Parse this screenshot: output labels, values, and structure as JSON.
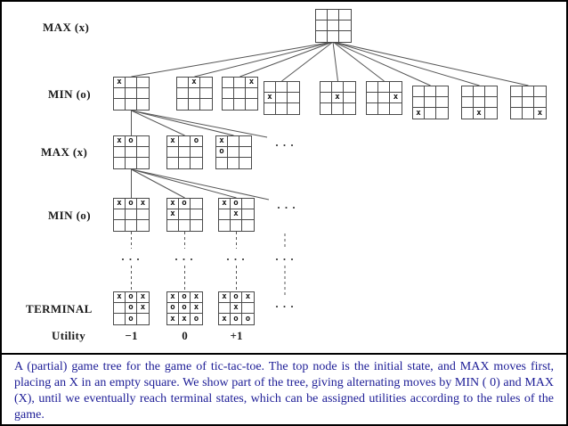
{
  "caption": "A (partial) game tree for the game of tic-tac-toe. The top node is the initial state, and MAX moves first, placing an X in an empty square. We show part of the tree, giving alternating moves by MIN ( 0) and MAX (X), until we eventually reach terminal states, which can be assigned utilities according to the rules of the game.",
  "labels": {
    "max1": "MAX (x)",
    "min1": "MIN (o)",
    "max2": "MAX (x)",
    "min2": "MIN (o)",
    "terminal": "TERMINAL",
    "utility": "Utility"
  },
  "ellipsis": ". . .",
  "utilities": [
    "−1",
    "0",
    "+1"
  ],
  "boards": {
    "root": [
      "",
      "",
      "",
      "",
      "",
      "",
      "",
      "",
      ""
    ],
    "ply1": [
      [
        "x",
        "",
        "",
        "",
        "",
        "",
        "",
        "",
        ""
      ],
      [
        "",
        "x",
        "",
        "",
        "",
        "",
        "",
        "",
        ""
      ],
      [
        "",
        "",
        "x",
        "",
        "",
        "",
        "",
        "",
        ""
      ],
      [
        "",
        "",
        "",
        "x",
        "",
        "",
        "",
        "",
        ""
      ],
      [
        "",
        "",
        "",
        "",
        "x",
        "",
        "",
        "",
        ""
      ],
      [
        "",
        "",
        "",
        "",
        "",
        "x",
        "",
        "",
        ""
      ],
      [
        "",
        "",
        "",
        "",
        "",
        "",
        "x",
        "",
        ""
      ],
      [
        "",
        "",
        "",
        "",
        "",
        "",
        "",
        "x",
        ""
      ],
      [
        "",
        "",
        "",
        "",
        "",
        "",
        "",
        "",
        "x"
      ]
    ],
    "ply2": [
      [
        "x",
        "o",
        "",
        "",
        "",
        "",
        "",
        "",
        ""
      ],
      [
        "x",
        "",
        "o",
        "",
        "",
        "",
        "",
        "",
        ""
      ],
      [
        "x",
        "",
        "",
        "o",
        "",
        "",
        "",
        "",
        ""
      ]
    ],
    "ply3": [
      [
        "x",
        "o",
        "x",
        "",
        "",
        "",
        "",
        "",
        ""
      ],
      [
        "x",
        "o",
        "",
        "x",
        "",
        "",
        "",
        "",
        ""
      ],
      [
        "x",
        "o",
        "",
        "",
        "x",
        "",
        "",
        "",
        ""
      ]
    ],
    "terminal": [
      [
        "x",
        "o",
        "x",
        "",
        "o",
        "x",
        "",
        "o",
        ""
      ],
      [
        "x",
        "o",
        "x",
        "o",
        "o",
        "x",
        "x",
        "x",
        "o"
      ],
      [
        "x",
        "o",
        "x",
        "",
        "x",
        "",
        "x",
        "o",
        "o"
      ]
    ]
  }
}
